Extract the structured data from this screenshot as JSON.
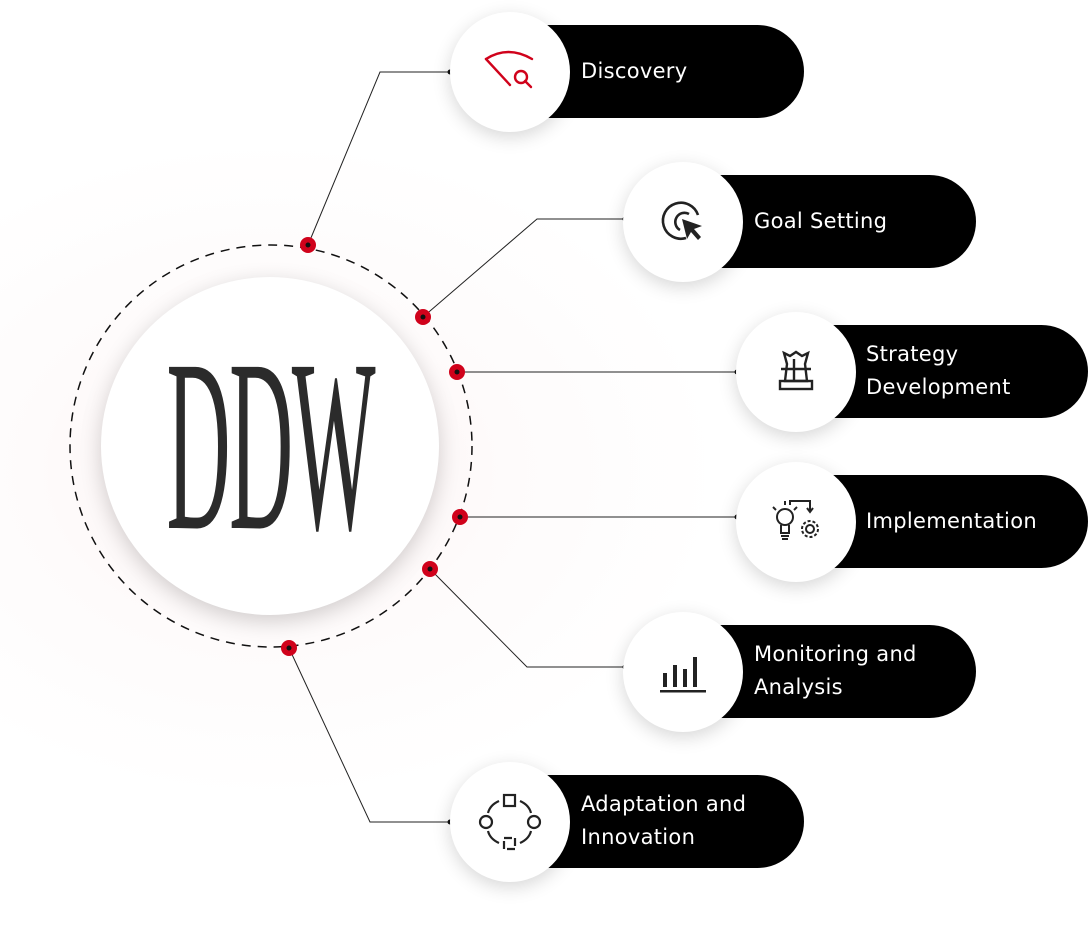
{
  "logo": {
    "text": "DDW"
  },
  "accent_color": "#d0021b",
  "steps": [
    {
      "label_lines": [
        "Discovery"
      ],
      "icon": "eye-search-icon"
    },
    {
      "label_lines": [
        "Goal Setting"
      ],
      "icon": "target-cursor-icon"
    },
    {
      "label_lines": [
        "Strategy",
        "Development"
      ],
      "icon": "chess-piece-icon"
    },
    {
      "label_lines": [
        "Implementation"
      ],
      "icon": "idea-gear-icon"
    },
    {
      "label_lines": [
        "Monitoring and",
        "Analysis"
      ],
      "icon": "bar-chart-icon"
    },
    {
      "label_lines": [
        "Adaptation and",
        "Innovation"
      ],
      "icon": "cycle-icon"
    }
  ]
}
